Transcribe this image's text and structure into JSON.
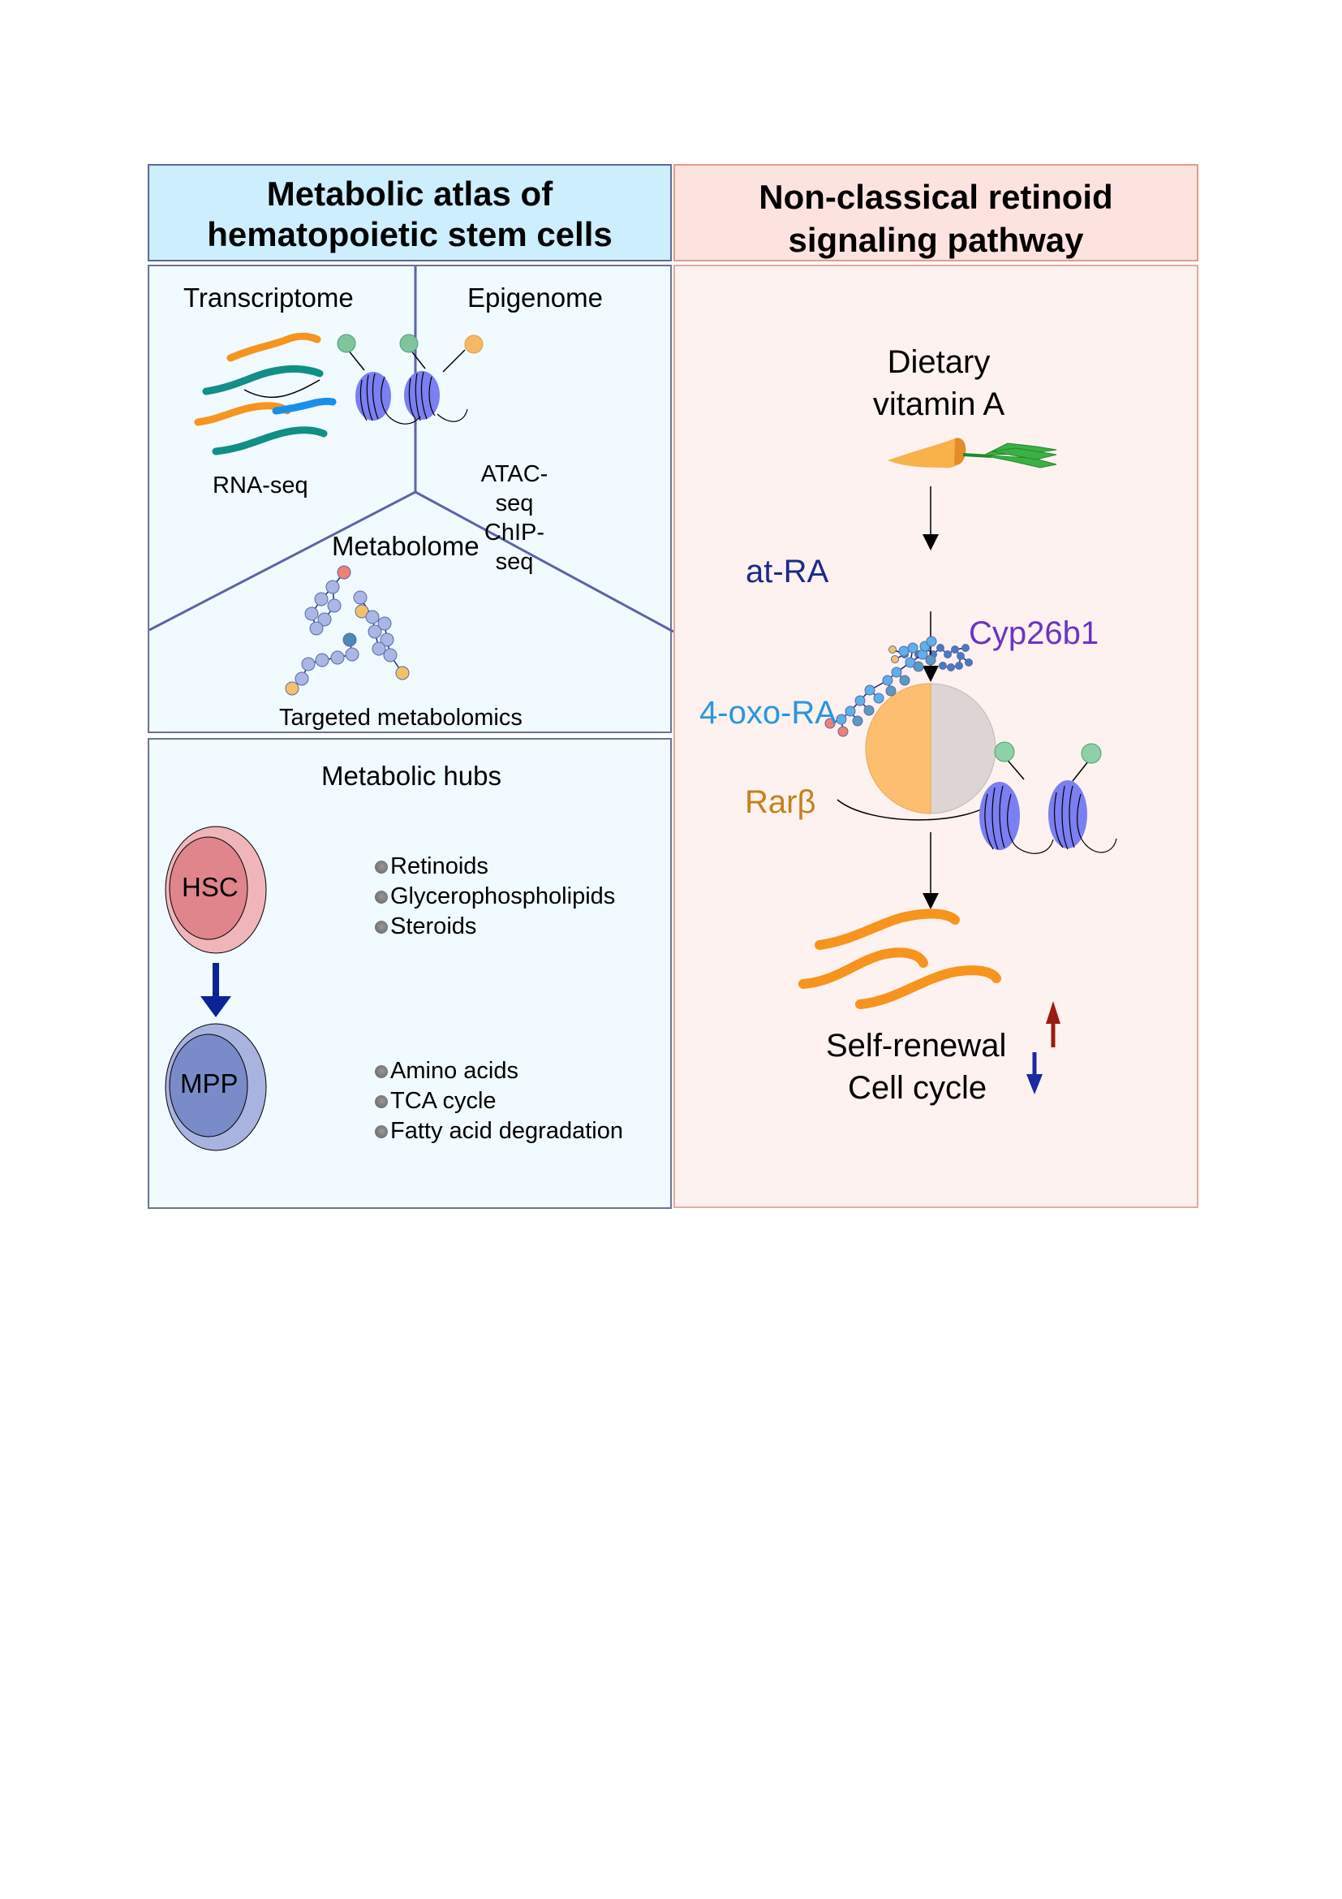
{
  "left_panel": {
    "header": {
      "line1": "Metabolic atlas of",
      "line2": "hematopoietic stem cells",
      "bg_color": "#cdeefc"
    },
    "omics": {
      "transcriptome": {
        "title": "Transcriptome",
        "method": "RNA-seq"
      },
      "epigenome": {
        "title": "Epigenome",
        "methods": [
          "ATAC-seq",
          "ChIP-seq"
        ]
      },
      "metabolome": {
        "title": "Metabolome",
        "method": "Targeted metabolomics"
      }
    },
    "hubs": {
      "title": "Metabolic hubs",
      "cells": [
        {
          "label": "HSC",
          "color": "#e08a90",
          "items": [
            "Retinoids",
            "Glycerophospholipids",
            "Steroids"
          ]
        },
        {
          "label": "MPP",
          "color": "#7a8bc9",
          "items": [
            "Amino acids",
            "TCA cycle",
            "Fatty acid degradation"
          ]
        }
      ]
    }
  },
  "right_panel": {
    "header": {
      "line1": "Non-classical retinoid",
      "line2": "signaling pathway",
      "bg_color": "#fde3df"
    },
    "pathway": {
      "source": {
        "line1": "Dietary",
        "line2": "vitamin A"
      },
      "at_ra": {
        "label": "at-RA",
        "color": "#1a2a8c"
      },
      "enzyme": {
        "label": "Cyp26b1",
        "color": "#6a34c4"
      },
      "oxo_ra": {
        "label": "4-oxo-RA",
        "color": "#2a96e0"
      },
      "receptor": {
        "label": "Rarβ",
        "color": "#c8801c"
      },
      "outcomes": [
        {
          "label": "Self-renewal",
          "direction": "up",
          "color": "#9a1c10"
        },
        {
          "label": "Cell cycle",
          "direction": "down",
          "color": "#1a2aa0"
        }
      ]
    }
  }
}
